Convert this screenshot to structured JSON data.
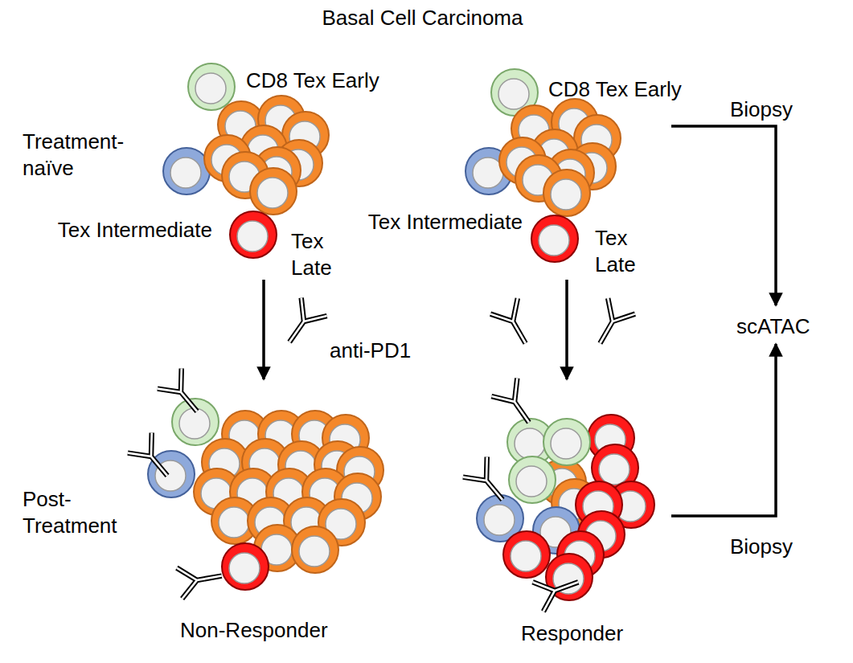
{
  "diagram": {
    "title": "Basal Cell Carcinoma",
    "labels": [
      "CD8 Tex Early",
      "Treatment- naïve",
      "Tex Intermediate",
      "Tex Late",
      "anti-PD1",
      "CD8 Tex Early",
      "Biopsy",
      "Tex Intermediate",
      "Tex Late",
      "scATAC",
      "Post- Treatment",
      "Biopsy",
      "Non-Responder",
      "Responder"
    ]
  }
}
